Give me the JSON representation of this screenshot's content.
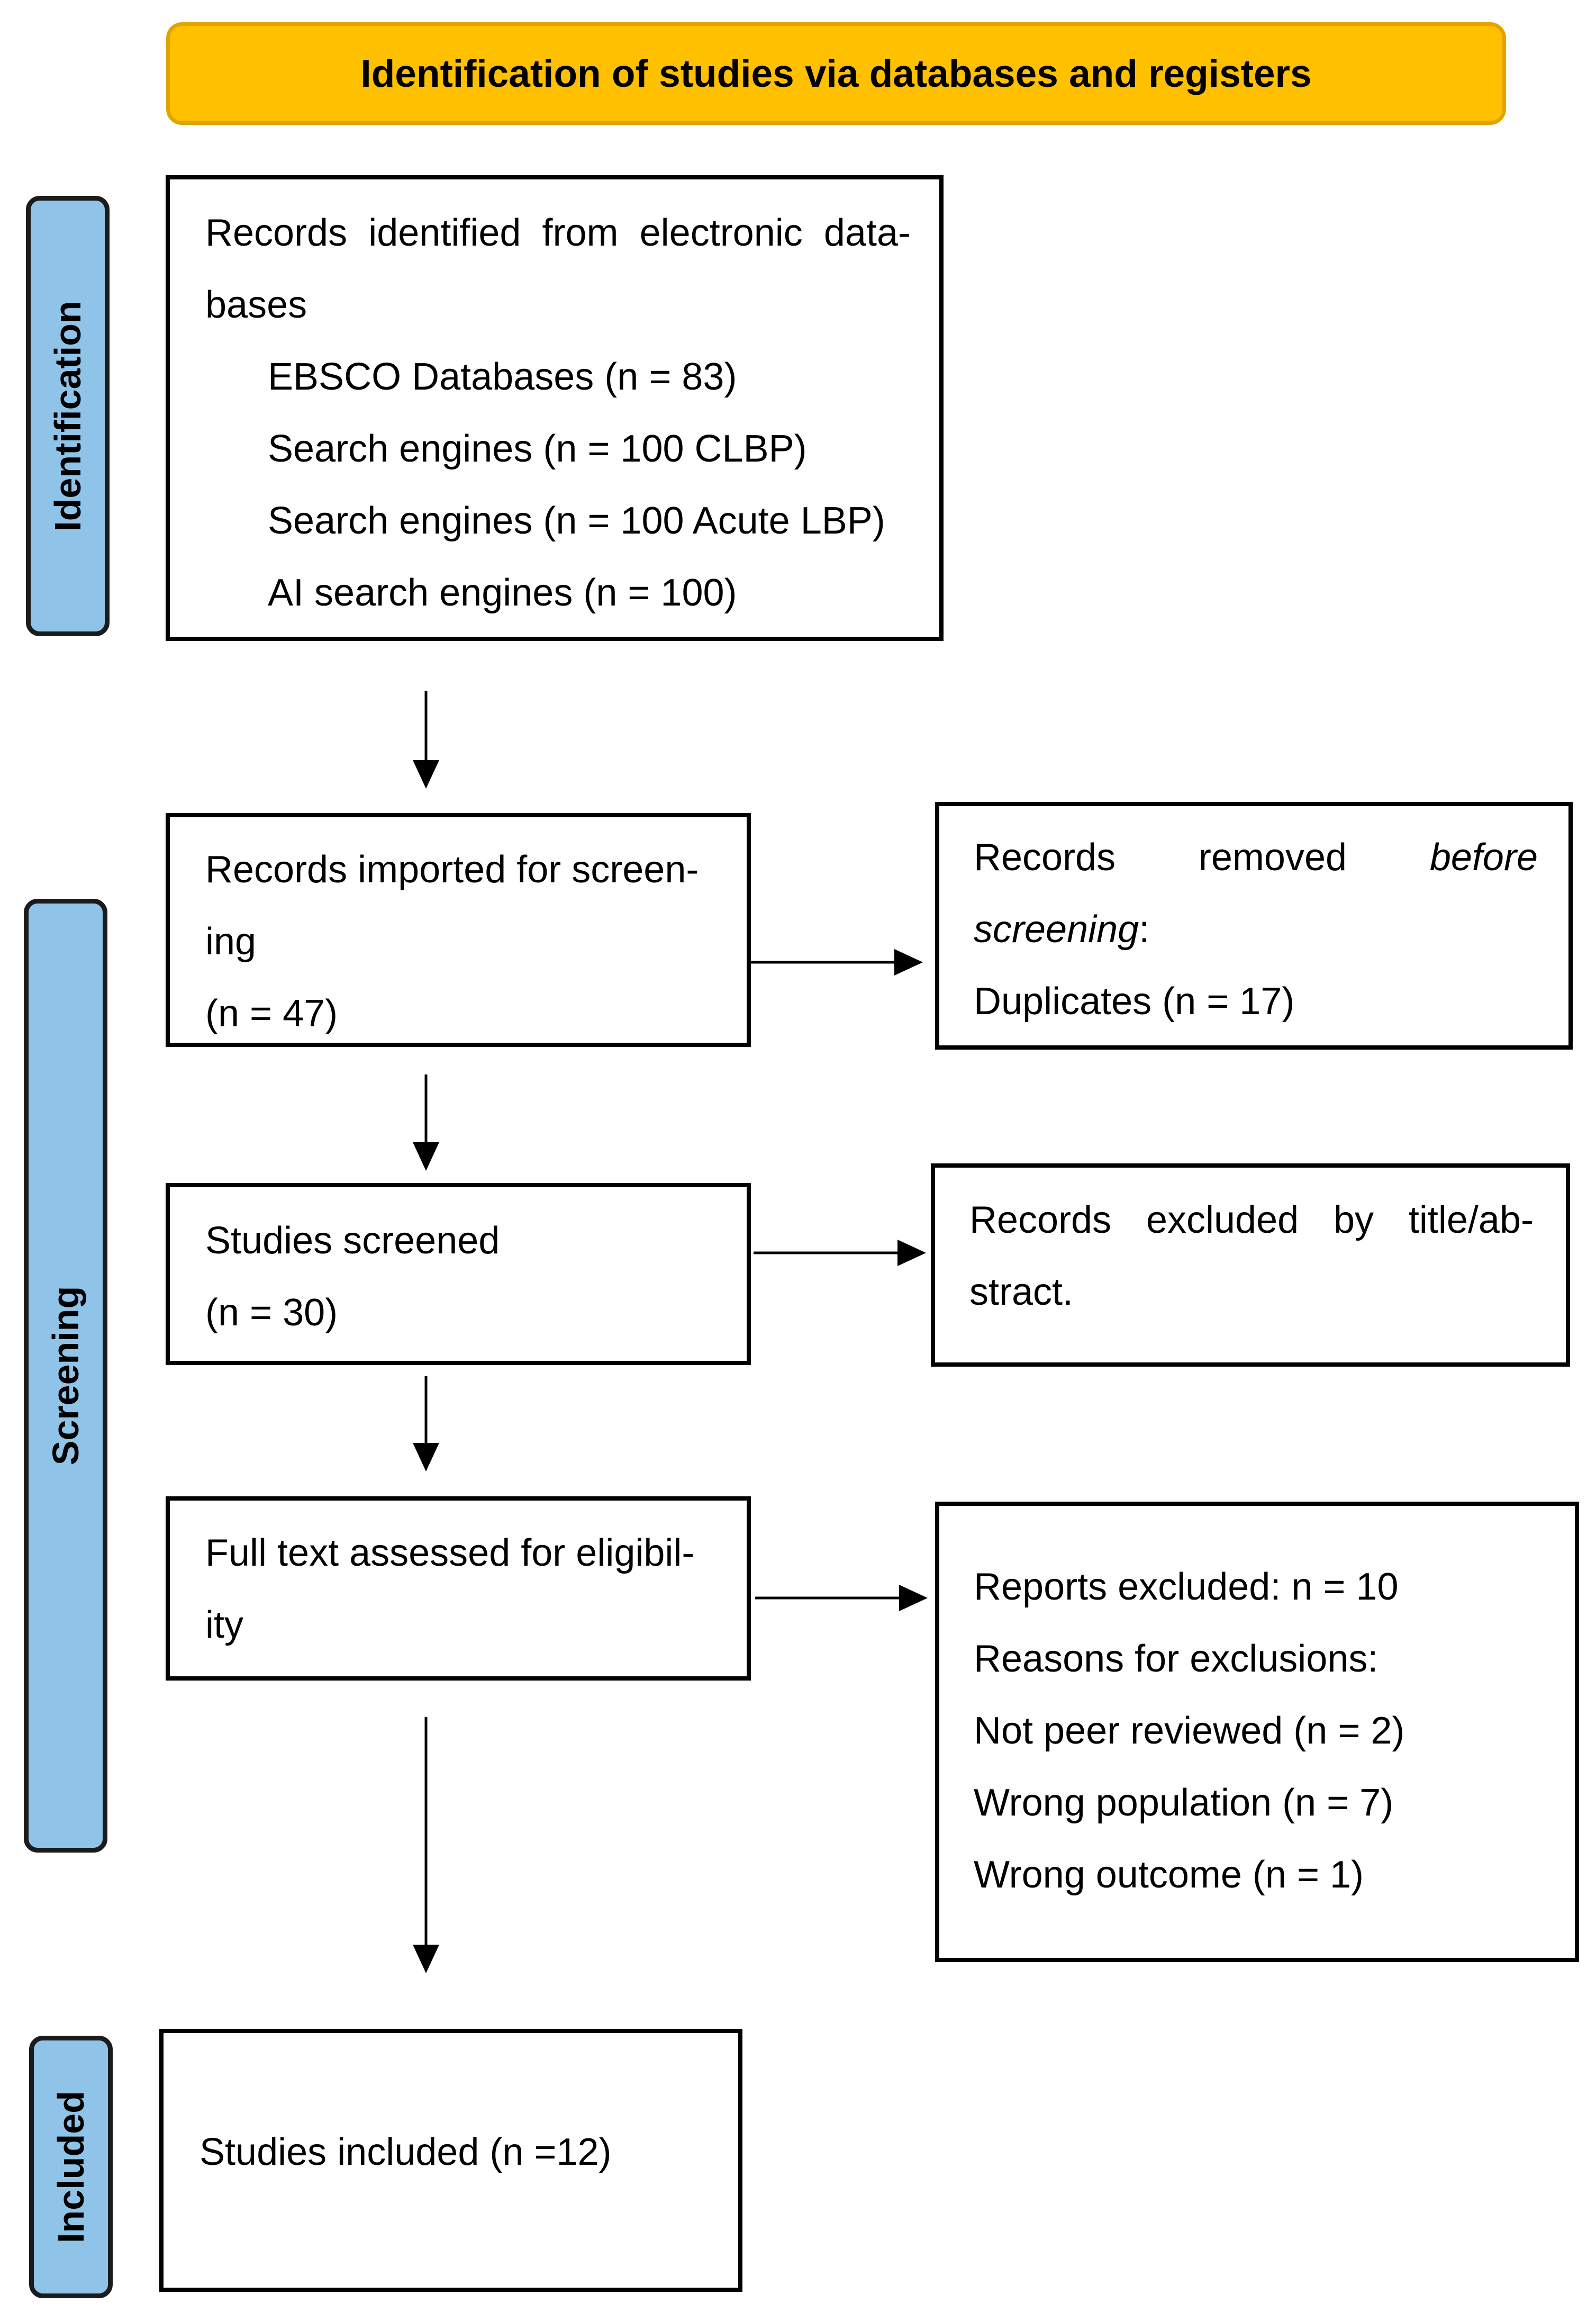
{
  "header": {
    "title": "Identification of studies via databases and registers"
  },
  "phases": {
    "identification": "Identification",
    "screening": "Screening",
    "included": "Included"
  },
  "identified": {
    "line1_words": [
      "Records",
      "identified",
      "from",
      "electronic",
      "data-"
    ],
    "line2": "bases",
    "sources": [
      "EBSCO Databases (n = 83)",
      "Search engines (n = 100 CLBP)",
      "Search engines (n = 100 Acute LBP)",
      "AI search engines (n = 100)"
    ]
  },
  "imported": {
    "line1": "Records imported for screen-",
    "line2": "ing",
    "line3": "(n = 47)"
  },
  "removed": {
    "line1_words": [
      "Records",
      "removed",
      "before"
    ],
    "line2_italic": "screening",
    "line2_suffix": ":",
    "line3": "Duplicates (n = 17)"
  },
  "screened": {
    "line1": "Studies screened",
    "line2": "(n = 30)"
  },
  "excluded_title": {
    "line1_words": [
      "Records",
      "excluded",
      "by",
      "title/ab-"
    ],
    "line2": "stract."
  },
  "fulltext": {
    "line1": "Full text assessed for eligibil-",
    "line2": "ity"
  },
  "reports_excluded": {
    "line1": "Reports excluded: n = 10",
    "line2": "Reasons for exclusions:",
    "reasons": [
      "Not peer reviewed (n = 2)",
      "Wrong population (n = 7)",
      "Wrong outcome (n = 1)"
    ]
  },
  "included": {
    "line1": "Studies included (n =12)"
  }
}
